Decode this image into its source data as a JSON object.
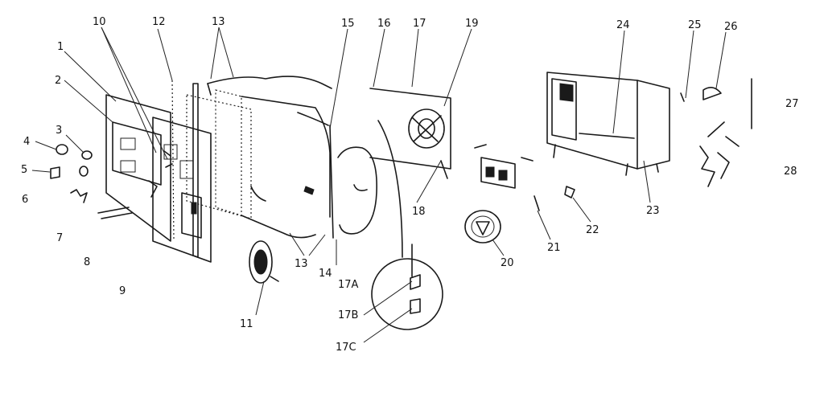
{
  "callouts": [
    "1",
    "2",
    "3",
    "4",
    "5",
    "6",
    "7",
    "8",
    "9",
    "10",
    "11",
    "12",
    "13",
    "13",
    "13",
    "14",
    "15",
    "16",
    "17",
    "17A",
    "17B",
    "17C",
    "18",
    "19",
    "20",
    "21",
    "22",
    "23",
    "24",
    "25",
    "26",
    "27",
    "28"
  ]
}
